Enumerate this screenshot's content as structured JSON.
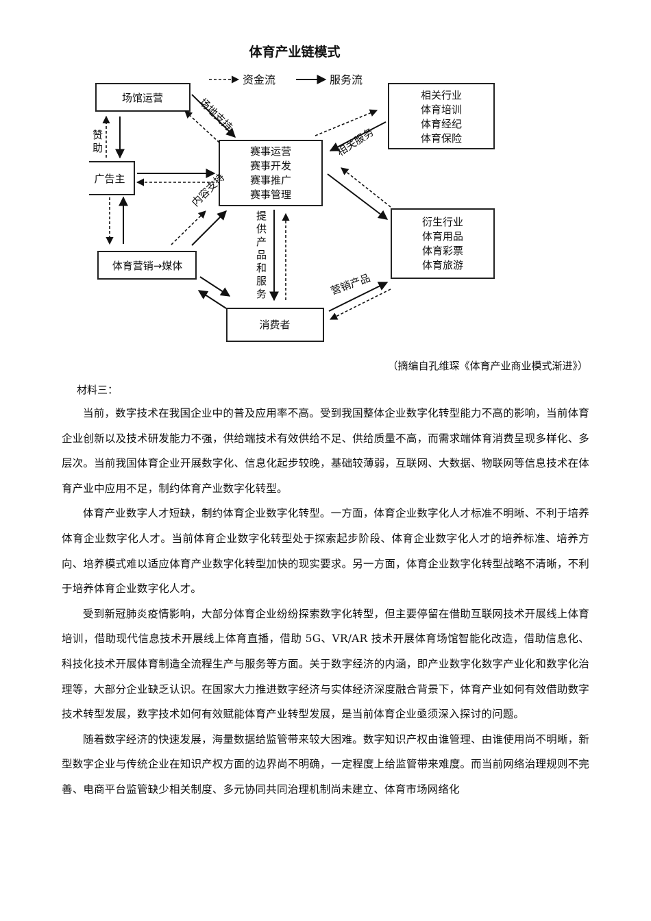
{
  "diagram": {
    "title": "体育产业链模式",
    "legend": {
      "dashed": "资金流",
      "solid": "服务流"
    },
    "nodes": {
      "venue": "场馆运营",
      "advertiser": "广告主",
      "marketing": "体育营销→媒体",
      "event": [
        "赛事运营",
        "赛事开发",
        "赛事推广",
        "赛事管理"
      ],
      "related": [
        "相关行业",
        "体育培训",
        "体育经纪",
        "体育保险"
      ],
      "derived": [
        "衍生行业",
        "体育用品",
        "体育彩票",
        "体育旅游"
      ],
      "consumer": "消费者"
    },
    "edge_labels": {
      "venue_support": "场地支持",
      "sponsor": "赞助",
      "content_support": "内容支持",
      "related_service": "相关服务",
      "products": "提供产品和服务",
      "sales": "营销产品"
    }
  },
  "source_note": "（摘编自孔维琛《体育产业商业模式渐进》）",
  "section_label": "材料三：",
  "paragraphs": [
    "当前，数字技术在我国企业中的普及应用率不高。受到我国整体企业数字化转型能力不高的影响，当前体育企业创新以及技术研发能力不强，供给端技术有效供给不足、供给质量不高，而需求端体育消费呈现多样化、多层次。当前我国体育企业开展数字化、信息化起步较晚，基础较薄弱，互联网、大数据、物联网等信息技术在体育产业中应用不足，制约体育产业数字化转型。",
    "体育产业数字人才短缺，制约体育企业数字化转型。一方面，体育企业数字化人才标准不明晰、不利于培养体育企业数字化人才。当前体育企业数字化转型处于探索起步阶段、体育企业数字化人才的培养标准、培养方向、培养模式难以适应体育产业数字化转型加快的现实要求。另一方面，体育企业数字化转型战略不清晰，不利于培养体育企业数字化人才。",
    "受到新冠肺炎疫情影响，大部分体育企业纷纷探索数字化转型，但主要停留在借助互联网技术开展线上体育培训，借助现代信息技术开展线上体育直播，借助 5G、VR/AR 技术开展体育场馆智能化改造，借助信息化、科技化技术开展体育制造全流程生产与服务等方面。关于数字经济的内涵，即产业数字化数字产业化和数字化治理等，大部分企业缺乏认识。在国家大力推进数字经济与实体经济深度融合背景下，体育产业如何有效借助数字技术转型发展，数字技术如何有效赋能体育产业转型发展，是当前体育企业亟须深入探讨的问题。",
    "随着数字经济的快速发展，海量数据给监管带来较大困难。数字知识产权由谁管理、由谁使用尚不明晰，新型数字企业与传统企业在知识产权方面的边界尚不明确，一定程度上给监管带来难度。而当前网络治理规则不完善、电商平台监管缺少相关制度、多元协同共同治理机制尚未建立、体育市场网络化"
  ]
}
